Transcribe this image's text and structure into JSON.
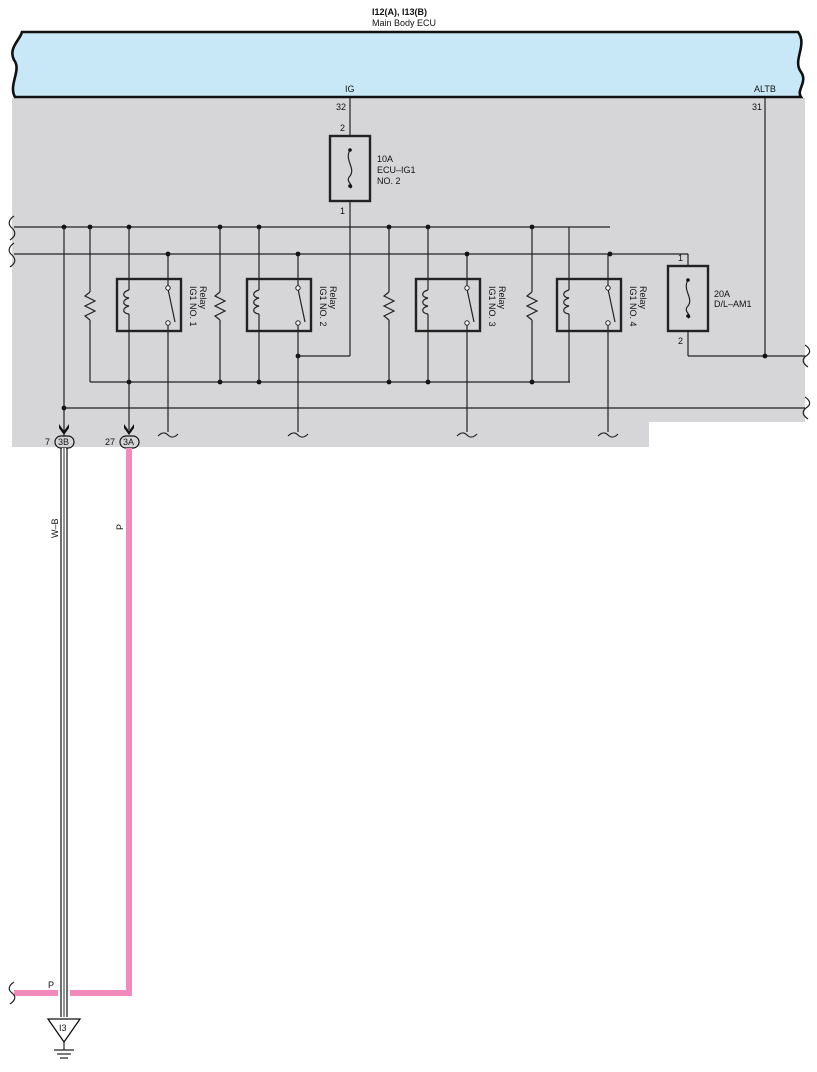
{
  "header": {
    "connector_ids": "I12(A), I13(B)",
    "component": "Main Body ECU"
  },
  "pins": {
    "ig": {
      "name": "IG",
      "number": "32"
    },
    "altb": {
      "name": "ALTB",
      "number": "31"
    }
  },
  "fuses": {
    "ecu_ig1": {
      "amp": "10A",
      "line1": "ECU–IG1",
      "line2": "NO. 2",
      "pin_top": "2",
      "pin_bottom": "1"
    },
    "dl_am1": {
      "amp": "20A",
      "line1": "D/L–AM1",
      "pin_top": "1",
      "pin_bottom": "2"
    }
  },
  "relays": [
    {
      "name": "IG1 NO. 1",
      "sub": "Relay"
    },
    {
      "name": "IG1 NO. 2",
      "sub": "Relay"
    },
    {
      "name": "IG1 NO. 3",
      "sub": "Relay"
    },
    {
      "name": "IG1 NO. 4",
      "sub": "Relay"
    }
  ],
  "connectors": [
    {
      "pin": "7",
      "code": "3B"
    },
    {
      "pin": "27",
      "code": "3A"
    }
  ],
  "wires": {
    "wb": {
      "color_code": "W–B",
      "color": "#ffffff"
    },
    "p": {
      "color_code": "P",
      "color": "#f28bbb"
    },
    "p_junction": "P"
  },
  "ground": {
    "label": "I3"
  },
  "colors": {
    "ecu_fill": "#c8e8f8",
    "panel_fill": "#d6d6d8",
    "pink_wire": "#f28bbb"
  }
}
